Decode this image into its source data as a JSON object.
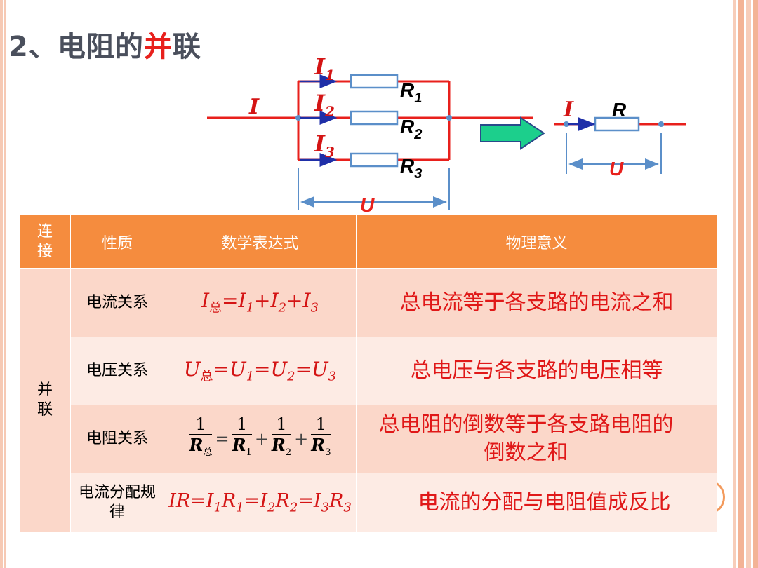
{
  "slide": {
    "title_prefix": "2、电阻的",
    "title_highlight": "并",
    "title_suffix": "联"
  },
  "circuit_left": {
    "current_total": "I",
    "branch_currents": [
      "I",
      "I",
      "I"
    ],
    "branch_subscripts": [
      "1",
      "2",
      "3"
    ],
    "resistors": [
      "R",
      "R",
      "R"
    ],
    "resistor_subscripts": [
      "1",
      "2",
      "3"
    ],
    "voltage": "U"
  },
  "circuit_right": {
    "current": "I",
    "resistor": "R",
    "voltage": "U"
  },
  "colors": {
    "wire": "#e8201c",
    "arrow_current": "#1f2fa8",
    "resistor_border": "#5b8fc9",
    "equivalence_arrow": "#1ccf8c",
    "header_bg": "#f58c3e",
    "row_dark": "#fbd7c9",
    "row_light": "#fdebe4"
  },
  "table": {
    "headers": [
      "连接",
      "性质",
      "数学表达式",
      "物理意义"
    ],
    "connection": "并联",
    "rows": [
      {
        "property": "电流关系",
        "expression": "I总=I1+I2+I3",
        "meaning": "总电流等于各支路的电流之和"
      },
      {
        "property": "电压关系",
        "expression": "U总=U1=U2=U3",
        "meaning": "总电压与各支路的电压相等"
      },
      {
        "property": "电阻关系",
        "expression": "1/R总 = 1/R1 + 1/R2 + 1/R3",
        "meaning": "总电阻的倒数等于各支路电阻的倒数之和"
      },
      {
        "property": "电流分配规律",
        "expression": "IR=I1R1=I2R2=I3R3",
        "meaning": "电流的分配与电阻值成反比"
      }
    ]
  },
  "expr_parts": {
    "sum": "总",
    "one": "1",
    "eq": "=",
    "plus": "+",
    "I": "I",
    "U": "U",
    "R": "R",
    "IR": "IR",
    "s1": "1",
    "s2": "2",
    "s3": "3"
  }
}
